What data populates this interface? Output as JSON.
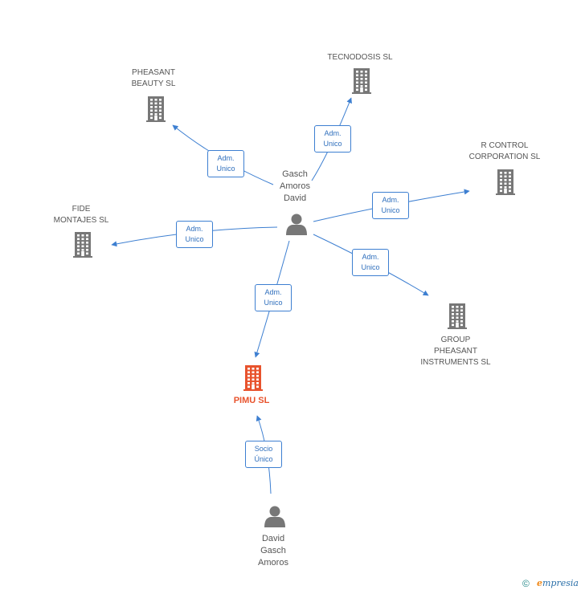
{
  "colors": {
    "edge": "#3d7fd1",
    "company": "#777777",
    "focus_company": "#e8532d",
    "person": "#777777"
  },
  "nodes": [
    {
      "id": "gasch",
      "kind": "person",
      "label": "Gasch\nAmoros\nDavid"
    },
    {
      "id": "david",
      "kind": "person",
      "label": "David\nGasch\nAmoros"
    },
    {
      "id": "pimu",
      "kind": "company",
      "focus": true,
      "label": "PIMU SL"
    },
    {
      "id": "pheasant_beauty",
      "kind": "company",
      "label": "PHEASANT\nBEAUTY  SL"
    },
    {
      "id": "tecnodosis",
      "kind": "company",
      "label": "TECNODOSIS SL"
    },
    {
      "id": "r_control",
      "kind": "company",
      "label": "R CONTROL\nCORPORATION SL"
    },
    {
      "id": "fide",
      "kind": "company",
      "label": "FIDE\nMONTAJES  SL"
    },
    {
      "id": "group_pheasant",
      "kind": "company",
      "label": "GROUP\nPHEASANT\nINSTRUMENTS SL"
    }
  ],
  "edges": [
    {
      "from": "gasch",
      "to": "pheasant_beauty",
      "label": "Adm.\nUnico"
    },
    {
      "from": "gasch",
      "to": "tecnodosis",
      "label": "Adm.\nUnico"
    },
    {
      "from": "gasch",
      "to": "r_control",
      "label": "Adm.\nUnico"
    },
    {
      "from": "gasch",
      "to": "fide",
      "label": "Adm.\nUnico"
    },
    {
      "from": "gasch",
      "to": "group_pheasant",
      "label": "Adm.\nUnico"
    },
    {
      "from": "gasch",
      "to": "pimu",
      "label": "Adm.\nUnico"
    },
    {
      "from": "david",
      "to": "pimu",
      "label": "Socio\nÚnico"
    }
  ],
  "footer": {
    "copyright_symbol": "©",
    "brand_first": "e",
    "brand_rest": "mpresia"
  }
}
